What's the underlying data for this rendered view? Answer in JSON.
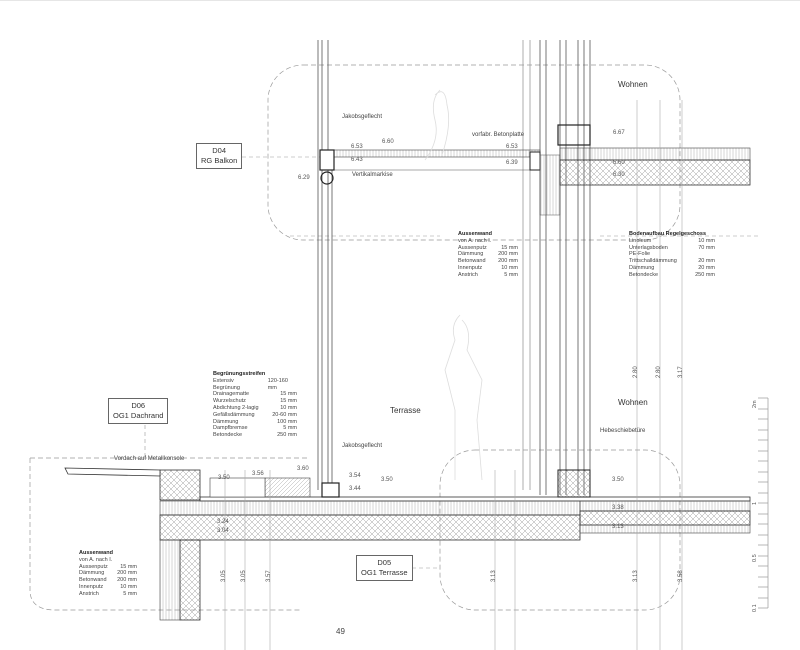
{
  "details": [
    {
      "code": "D04",
      "name": "RG Balkon"
    },
    {
      "code": "D06",
      "name": "OG1 Dachrand"
    },
    {
      "code": "D05",
      "name": "OG1 Terrasse"
    }
  ],
  "rooms": {
    "wohnen_upper": "Wohnen",
    "wohnen_lower": "Wohnen",
    "terrasse": "Terrasse"
  },
  "annotations": {
    "jakobsgeflecht_upper": "Jakobsgeflecht",
    "jakobsgeflecht_lower": "Jakobsgeflecht",
    "betonplatte": "vorfabr. Betonplatte",
    "markise": "Vertikalmarkise",
    "hebeschiebetuere": "Hebeschiebetüre",
    "vordach": "Vordach auf Metallkonsole"
  },
  "specs": {
    "aussenwand_upper": {
      "title": "Aussenwand",
      "rows": [
        [
          "von A. nach I.",
          ""
        ],
        [
          "Aussenputz",
          "15 mm"
        ],
        [
          "Dämmung",
          "200 mm"
        ],
        [
          "Betonwand",
          "200 mm"
        ],
        [
          "Innenputz",
          "10 mm"
        ],
        [
          "Anstrich",
          "5 mm"
        ]
      ]
    },
    "bodenaufbau": {
      "title": "Bodenaufbau Regelgeschoss",
      "rows": [
        [
          "Linoleum",
          "10 mm"
        ],
        [
          "Unterlagsboden",
          "70 mm"
        ],
        [
          "PE-Folie",
          ""
        ],
        [
          "Trittschalldämmung",
          "20 mm"
        ],
        [
          "Dämmung",
          "20 mm"
        ],
        [
          "Betondecke",
          "250 mm"
        ]
      ]
    },
    "begruenung": {
      "title": "Begrünungsstreifen",
      "rows": [
        [
          "Extensiv Begrünung",
          "120-160 mm"
        ],
        [
          "Drainagematte",
          "15 mm"
        ],
        [
          "Wurzelschutz",
          "15 mm"
        ],
        [
          "Abdichtung 2-lagig",
          "10 mm"
        ],
        [
          "Gefällsdämmung",
          "20-60 mm"
        ],
        [
          "Dämmung",
          "100 mm"
        ],
        [
          "Dampfbremse",
          "5 mm"
        ],
        [
          "Betondecke",
          "250 mm"
        ]
      ]
    },
    "aussenwand_lower": {
      "title": "Aussenwand",
      "rows": [
        [
          "von A. nach I.",
          ""
        ],
        [
          "Aussenputz",
          "15 mm"
        ],
        [
          "Dämmung",
          "200 mm"
        ],
        [
          "Betonwand",
          "200 mm"
        ],
        [
          "Innenputz",
          "10 mm"
        ],
        [
          "Anstrich",
          "5 mm"
        ]
      ]
    }
  },
  "elevations": {
    "e1": "6.60",
    "e2": "6.53",
    "e3": "6.43",
    "e4": "6.53",
    "e5": "6.39",
    "e6": "6.29",
    "e7": "6.67",
    "e8": "6.60",
    "e9": "6.30",
    "f1": "3.50",
    "f2": "3.56",
    "f3": "3.60",
    "f4": "3.54",
    "f5": "3.44",
    "f6": "3.50",
    "f7": "3.50",
    "f8": "3.38",
    "f9": "3.13",
    "f10": "3.24",
    "f11": "3.04"
  },
  "dimensions": {
    "d1": "3.05",
    "d2": "3.05",
    "d3": "3.57",
    "d4": "3.13",
    "d5": "3.13",
    "d6": "3.58",
    "u1": "2.80",
    "u2": "2.80",
    "u3": "3.17"
  },
  "scale": {
    "top": "2m",
    "mid": "1",
    "half": "0.5",
    "low": "0.1"
  },
  "page_number": "49"
}
